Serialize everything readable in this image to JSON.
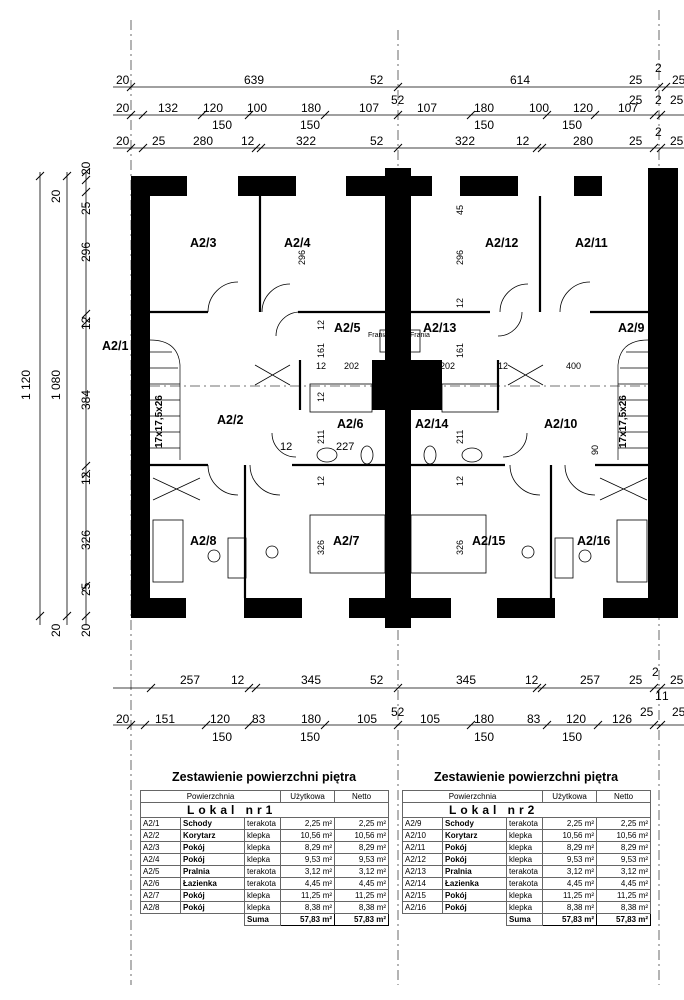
{
  "dimensions": {
    "top_row1": [
      "20",
      "639",
      "52",
      "614",
      "25",
      "2"
    ],
    "top_row2": [
      "20",
      "132",
      "120",
      "100",
      "180",
      "107",
      "52",
      "107",
      "180",
      "100",
      "120",
      "107",
      "25",
      "2",
      "25"
    ],
    "top_row2_sub": [
      "150",
      "150",
      "150",
      "150"
    ],
    "top_row3": [
      "20",
      "25",
      "280",
      "12",
      "322",
      "52",
      "322",
      "12",
      "280",
      "25",
      "2"
    ],
    "left_overall": [
      "1 120",
      "1 080"
    ],
    "left_segments": [
      "20",
      "25",
      "296",
      "12",
      "384",
      "12",
      "326",
      "25",
      "20"
    ],
    "bottom_row1": [
      "257",
      "12",
      "345",
      "52",
      "345",
      "12",
      "257",
      "25",
      "2",
      "25"
    ],
    "bottom_row2": [
      "20",
      "151",
      "120",
      "83",
      "180",
      "105",
      "52",
      "105",
      "180",
      "83",
      "120",
      "126",
      "25",
      "1",
      "1",
      "25"
    ],
    "bottom_row2_sub": [
      "150",
      "150",
      "150",
      "150"
    ],
    "interior": [
      "296",
      "45",
      "296",
      "12",
      "12",
      "161",
      "12",
      "202",
      "202",
      "161",
      "12",
      "400",
      "12",
      "211",
      "227",
      "211",
      "12",
      "90",
      "12",
      "12",
      "326",
      "326"
    ],
    "stairs": [
      "17x17,5x26",
      "17x17,5x26"
    ]
  },
  "rooms": [
    "A2/1",
    "A2/2",
    "A2/3",
    "A2/4",
    "A2/5",
    "A2/6",
    "A2/7",
    "A2/8",
    "A2/9",
    "A2/10",
    "A2/11",
    "A2/12",
    "A2/13",
    "A2/14",
    "A2/15",
    "A2/16"
  ],
  "fixture_labels": [
    "Frania",
    "Frania"
  ],
  "schedules": [
    {
      "title": "Zestawienie powierzchni piętra",
      "headers": [
        "Powierzchnia",
        "Użytkowa",
        "Netto"
      ],
      "unit": "Lokal nr1",
      "rows": [
        [
          "A2/1",
          "Schody",
          "terakota",
          "2,25 m²",
          "2,25 m²"
        ],
        [
          "A2/2",
          "Korytarz",
          "klepka",
          "10,56 m²",
          "10,56 m²"
        ],
        [
          "A2/3",
          "Pokój",
          "klepka",
          "8,29 m²",
          "8,29 m²"
        ],
        [
          "A2/4",
          "Pokój",
          "klepka",
          "9,53 m²",
          "9,53 m²"
        ],
        [
          "A2/5",
          "Pralnia",
          "terakota",
          "3,12 m²",
          "3,12 m²"
        ],
        [
          "A2/6",
          "Łazienka",
          "terakota",
          "4,45 m²",
          "4,45 m²"
        ],
        [
          "A2/7",
          "Pokój",
          "klepka",
          "11,25 m²",
          "11,25 m²"
        ],
        [
          "A2/8",
          "Pokój",
          "klepka",
          "8,38 m²",
          "8,38 m²"
        ]
      ],
      "sum": [
        "Suma",
        "57,83 m²",
        "57,83 m²"
      ]
    },
    {
      "title": "Zestawienie powierzchni piętra",
      "headers": [
        "Powierzchnia",
        "Użytkowa",
        "Netto"
      ],
      "unit": "Lokal nr2",
      "rows": [
        [
          "A2/9",
          "Schody",
          "terakota",
          "2,25 m²",
          "2,25 m²"
        ],
        [
          "A2/10",
          "Korytarz",
          "klepka",
          "10,56 m²",
          "10,56 m²"
        ],
        [
          "A2/11",
          "Pokój",
          "klepka",
          "8,29 m²",
          "8,29 m²"
        ],
        [
          "A2/12",
          "Pokój",
          "klepka",
          "9,53 m²",
          "9,53 m²"
        ],
        [
          "A2/13",
          "Pralnia",
          "terakota",
          "3,12 m²",
          "3,12 m²"
        ],
        [
          "A2/14",
          "Łazienka",
          "terakota",
          "4,45 m²",
          "4,45 m²"
        ],
        [
          "A2/15",
          "Pokój",
          "klepka",
          "11,25 m²",
          "11,25 m²"
        ],
        [
          "A2/16",
          "Pokój",
          "klepka",
          "8,38 m²",
          "8,38 m²"
        ]
      ],
      "sum": [
        "Suma",
        "57,83 m²",
        "57,83 m²"
      ]
    }
  ]
}
